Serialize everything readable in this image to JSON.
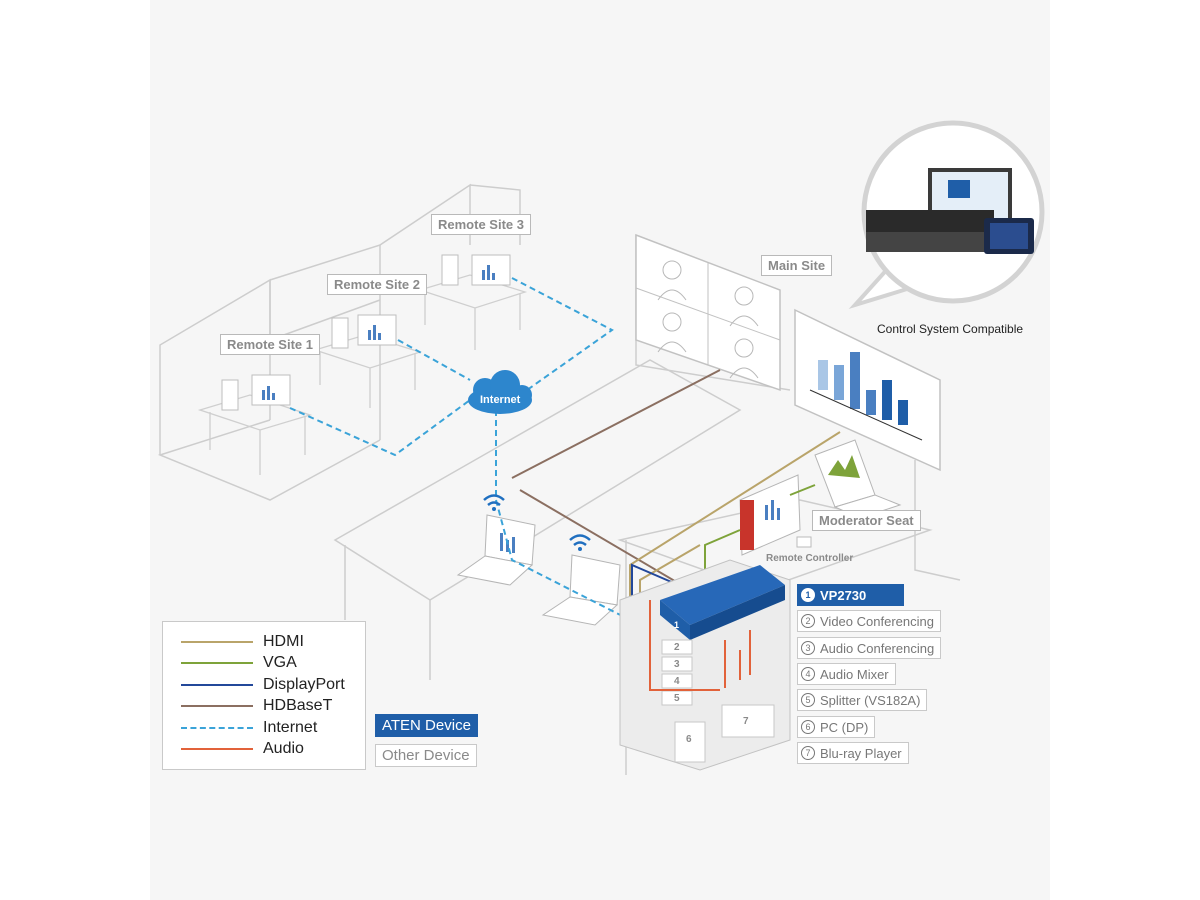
{
  "sites": {
    "remote_1": "Remote Site 1",
    "remote_2": "Remote Site 2",
    "remote_3": "Remote Site 3",
    "main": "Main Site",
    "moderator": "Moderator Seat"
  },
  "cloud_label": "Internet",
  "remote_controller_label": "Remote Controller",
  "control_caption": "Control System Compatible",
  "legend": [
    {
      "label": "HDMI",
      "color": "#b9a46a",
      "style": "solid"
    },
    {
      "label": "VGA",
      "color": "#7ea33a",
      "style": "solid"
    },
    {
      "label": "DisplayPort",
      "color": "#23489a",
      "style": "solid"
    },
    {
      "label": "HDBaseT",
      "color": "#8b6f61",
      "style": "solid"
    },
    {
      "label": "Internet",
      "color": "#3aa3d8",
      "style": "dashed"
    },
    {
      "label": "Audio",
      "color": "#e2623a",
      "style": "solid"
    }
  ],
  "device_types": {
    "aten": "ATEN Device",
    "other": "Other Device"
  },
  "components": [
    {
      "num": "1",
      "label": "VP2730",
      "active": true
    },
    {
      "num": "2",
      "label": "Video Conferencing",
      "active": false
    },
    {
      "num": "3",
      "label": "Audio Conferencing",
      "active": false
    },
    {
      "num": "4",
      "label": "Audio Mixer",
      "active": false
    },
    {
      "num": "5",
      "label": "Splitter (VS182A)",
      "active": false
    },
    {
      "num": "6",
      "label": "PC (DP)",
      "active": false
    },
    {
      "num": "7",
      "label": "Blu-ray Player",
      "active": false
    }
  ],
  "rack_numbers": [
    "1",
    "2",
    "3",
    "4",
    "5",
    "6",
    "7"
  ],
  "colors": {
    "aten_blue": "#1f5ea8",
    "room_outline": "#c8c8c8",
    "chart_bar": "#4a7fc1"
  }
}
